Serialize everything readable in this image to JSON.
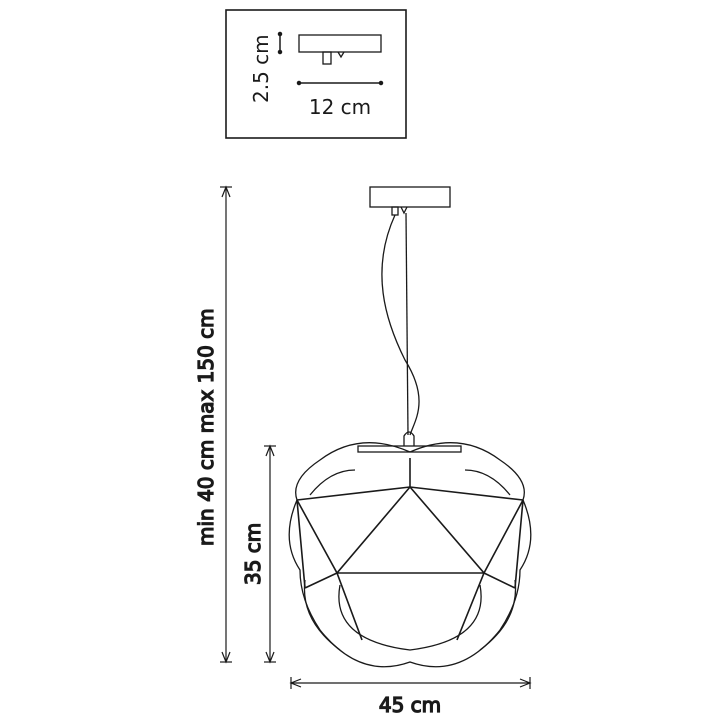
{
  "inset": {
    "height_label": "2.5 cm",
    "width_label": "12 cm"
  },
  "dimensions": {
    "cable_length_label": "min 40 cm max 150 cm",
    "shade_height_label": "35 cm",
    "shade_width_label": "45 cm"
  }
}
